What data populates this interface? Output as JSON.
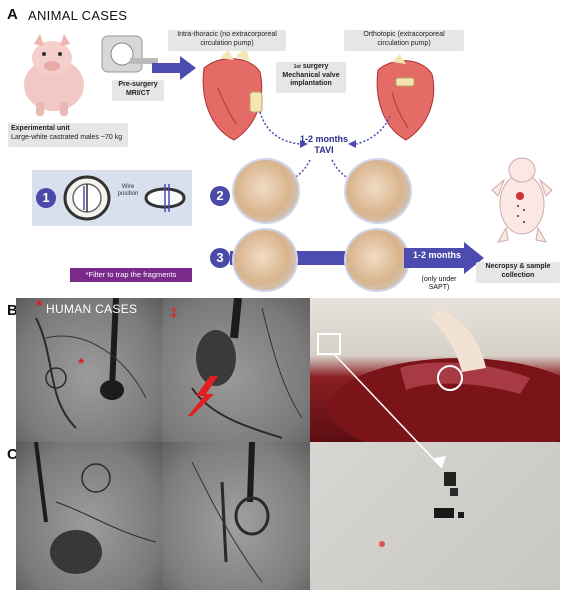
{
  "panelA": {
    "letter": "A",
    "title": "ANIMAL CASES",
    "experimental_unit": "Experimental unit",
    "experimental_unit_desc": "Large-white castrated males ~70 kg",
    "pre_surgery": "Pre-surgery\nMRI/CT",
    "intra_thoracic": "Intra-thoracic (no extracorporeal\ncirculation pump)",
    "orthotopic": "Orthotopic (extracorporeal\ncirculation pump)",
    "first_surgery_sup": "1st",
    "first_surgery": "surgery",
    "mechanical_valve": "Mechanical valve\nimplantation",
    "months_tavi_1": "1-2 months",
    "tavi": "TAVI",
    "step1": "1",
    "step2": "2",
    "step3": "3",
    "wire_position": "Wire\nposition",
    "filter_note": "*Filter to trap the fragments",
    "months_2": "1-2 months",
    "sapt_note": "(only under\nSAPT)",
    "necropsy": "Necropsy & sample\ncollection",
    "colors": {
      "arrow": "#4b4bb0",
      "gray_box": "#e6e6e6",
      "filter_bg": "#7a2a8a",
      "circle": "#4a4aa8"
    }
  },
  "panelB": {
    "letter": "B",
    "title": "HUMAN CASES",
    "marker_star": "*",
    "marker_double": "‡"
  },
  "panelC": {
    "letter": "C"
  }
}
